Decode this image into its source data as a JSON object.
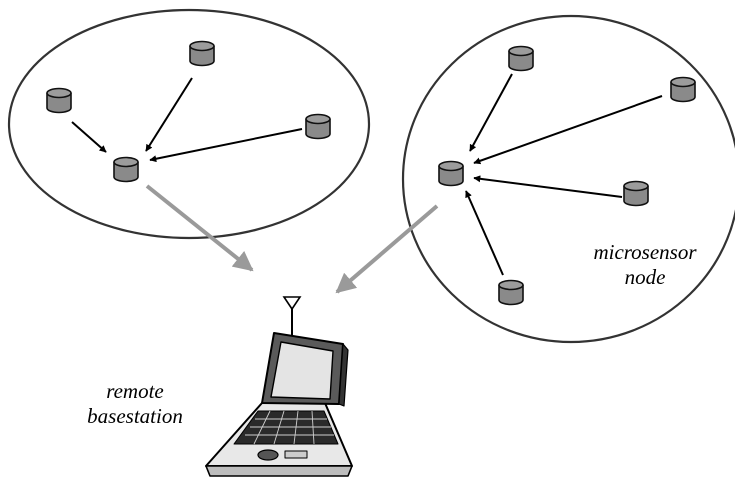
{
  "labels": {
    "microsensor_line1": "microsensor",
    "microsensor_line2": "node",
    "remote_line1": "remote",
    "remote_line2": "basestation"
  },
  "colors": {
    "node_fill": "#8a8a8a",
    "node_stroke": "#111111",
    "arrow_black": "#000000",
    "arrow_gray": "#9a9a9a",
    "cluster_stroke": "#333333"
  },
  "clusters": [
    {
      "name": "left-cluster",
      "member_nodes": 3,
      "cluster_head": 1
    },
    {
      "name": "right-cluster",
      "member_nodes": 4,
      "cluster_head": 1
    }
  ],
  "icons": [
    "sensor-node-icon",
    "laptop-icon",
    "antenna-icon"
  ]
}
